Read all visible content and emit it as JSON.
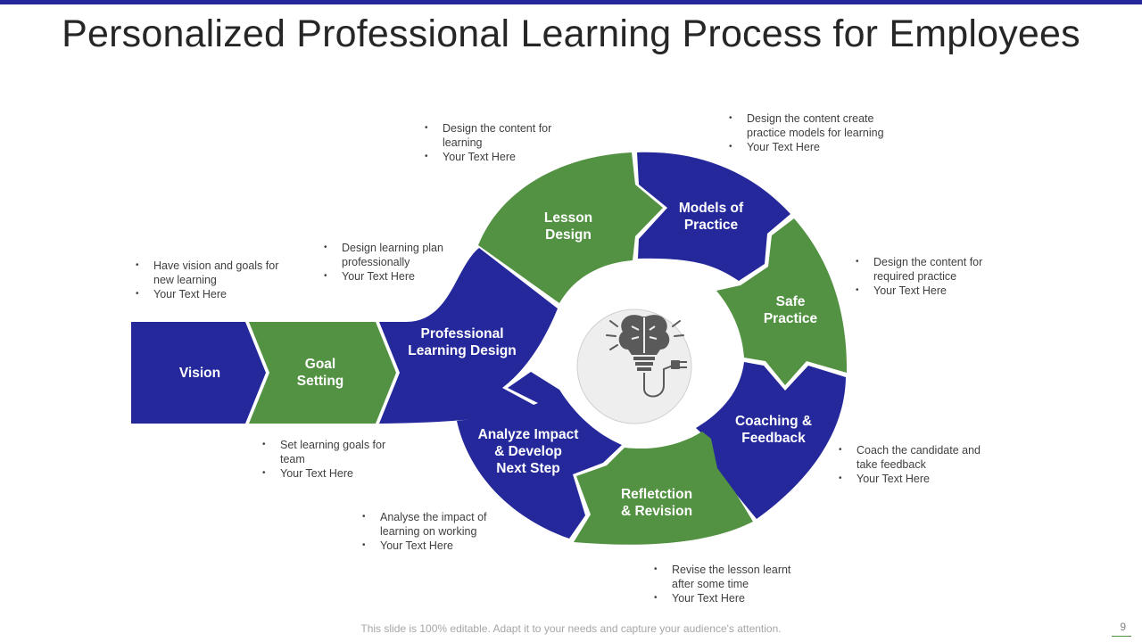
{
  "title": "Personalized Professional Learning Process for Employees",
  "colors": {
    "blue": "#24289b",
    "green": "#549243",
    "hub": "#eeeeee",
    "icon": "#5a5a5a"
  },
  "center_icon": "brain-lightbulb-plug-icon",
  "stages": {
    "vision": {
      "label": "Vision"
    },
    "goal_setting": {
      "label_lines": [
        "Goal",
        "Setting"
      ]
    },
    "professional_learning_design": {
      "label_lines": [
        "Professional",
        "Learning Design"
      ]
    },
    "lesson_design": {
      "label_lines": [
        "Lesson",
        "Design"
      ]
    },
    "models_of_practice": {
      "label_lines": [
        "Models of",
        "Practice"
      ]
    },
    "safe_practice": {
      "label_lines": [
        "Safe",
        "Practice"
      ]
    },
    "coaching_feedback": {
      "label_lines": [
        "Coaching &",
        "Feedback"
      ]
    },
    "reflection_revision": {
      "label_lines": [
        "Refletction",
        "& Revision"
      ]
    },
    "analyze_impact": {
      "label_lines": [
        "Analyze Impact",
        "& Develop",
        "Next Step"
      ]
    }
  },
  "notes": {
    "vision": [
      "Have vision and goals for new learning",
      "Your Text Here"
    ],
    "goal_setting": [
      "Set learning goals for team",
      "Your Text Here"
    ],
    "professional_learning_design": [
      "Design learning plan professionally",
      "Your Text Here"
    ],
    "lesson_design": [
      "Design the content for learning",
      "Your Text Here"
    ],
    "models_of_practice": [
      "Design the content create practice models for learning",
      "Your Text Here"
    ],
    "safe_practice": [
      "Design the content for required practice",
      "Your Text Here"
    ],
    "coaching_feedback": [
      "Coach the candidate and take feedback",
      "Your Text Here"
    ],
    "reflection_revision": [
      "Revise the lesson learnt after some time",
      "Your Text Here"
    ],
    "analyze_impact": [
      "Analyse the impact of learning on working",
      "Your Text Here"
    ]
  },
  "footer": "This slide is 100% editable. Adapt it to your needs and capture your audience's attention.",
  "page_number": "9"
}
